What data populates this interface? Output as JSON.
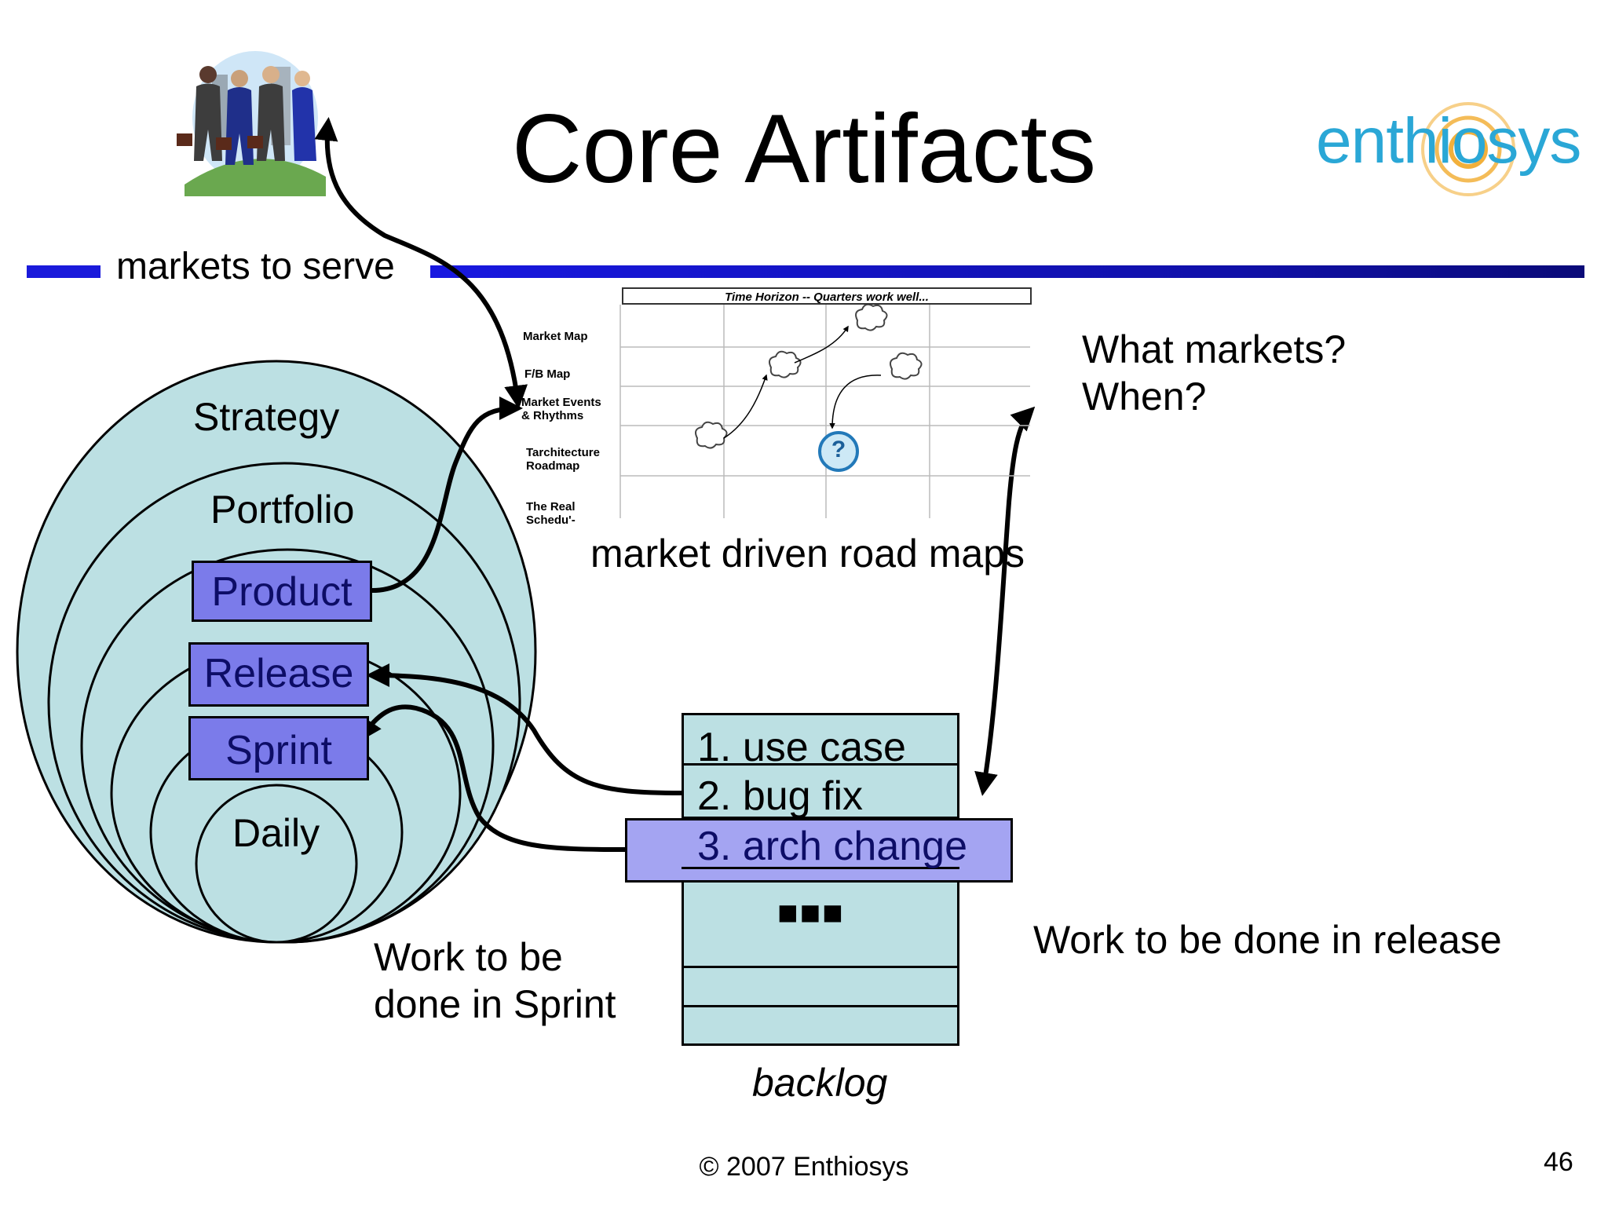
{
  "slide": {
    "title": "Core Artifacts",
    "logo_text": "enthiosys",
    "markets_label": "markets to serve",
    "footer": "© 2007 Enthiosys",
    "page_number": "46"
  },
  "circles": {
    "strategy": "Strategy",
    "portfolio": "Portfolio",
    "product": "Product",
    "release": "Release",
    "sprint": "Sprint",
    "daily": "Daily"
  },
  "roadmap": {
    "header": "Time Horizon -- Quarters work well...",
    "rows": [
      "Market Map",
      "F/B Map",
      "Market Events",
      "& Rhythms",
      "Tarchitecture",
      "Roadmap",
      "The Real",
      "Schedu'-"
    ],
    "question_mark": "?",
    "caption": "market driven road maps"
  },
  "questions": {
    "line1": "What markets?",
    "line2": "When?"
  },
  "backlog": {
    "items": [
      "1. use case",
      "2. bug fix",
      "3. arch change"
    ],
    "more": "■■■",
    "label": "backlog"
  },
  "notes": {
    "sprint_line1": "Work to be",
    "sprint_line2": "done in Sprint",
    "release": "Work to be done in release"
  },
  "colors": {
    "circle_fill": "#bce0e3",
    "label_box": "#7b7bea",
    "arch_highlight": "#a4a4f2",
    "rule": "#1a1adb",
    "logo_blue": "#2aa7d6",
    "logo_orange": "#f2b03b"
  }
}
